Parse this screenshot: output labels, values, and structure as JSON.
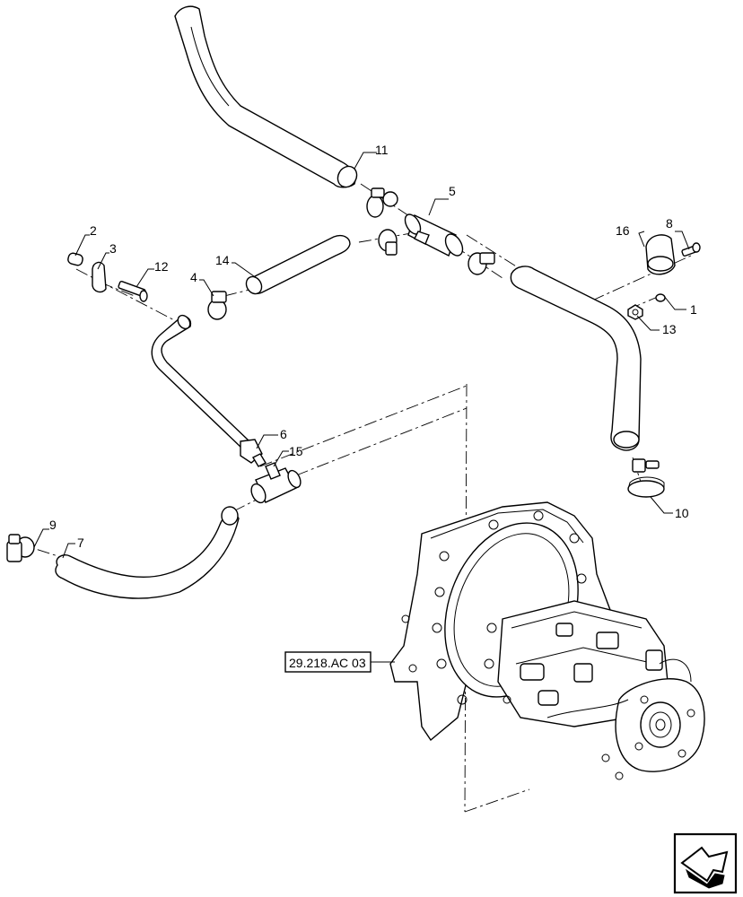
{
  "callouts": [
    {
      "id": "c1",
      "text": "1"
    },
    {
      "id": "c2",
      "text": "2"
    },
    {
      "id": "c3",
      "text": "3"
    },
    {
      "id": "c4",
      "text": "4"
    },
    {
      "id": "c5",
      "text": "5"
    },
    {
      "id": "c6",
      "text": "6"
    },
    {
      "id": "c7",
      "text": "7"
    },
    {
      "id": "c8",
      "text": "8"
    },
    {
      "id": "c9",
      "text": "9"
    },
    {
      "id": "c10",
      "text": "10"
    },
    {
      "id": "c11",
      "text": "11"
    },
    {
      "id": "c12",
      "text": "12"
    },
    {
      "id": "c13",
      "text": "13"
    },
    {
      "id": "c14",
      "text": "14"
    },
    {
      "id": "c15",
      "text": "15"
    },
    {
      "id": "c16",
      "text": "16"
    }
  ],
  "reference": {
    "text": "29.218.AC 03"
  },
  "nav_icon": "arrow-navigation-icon"
}
